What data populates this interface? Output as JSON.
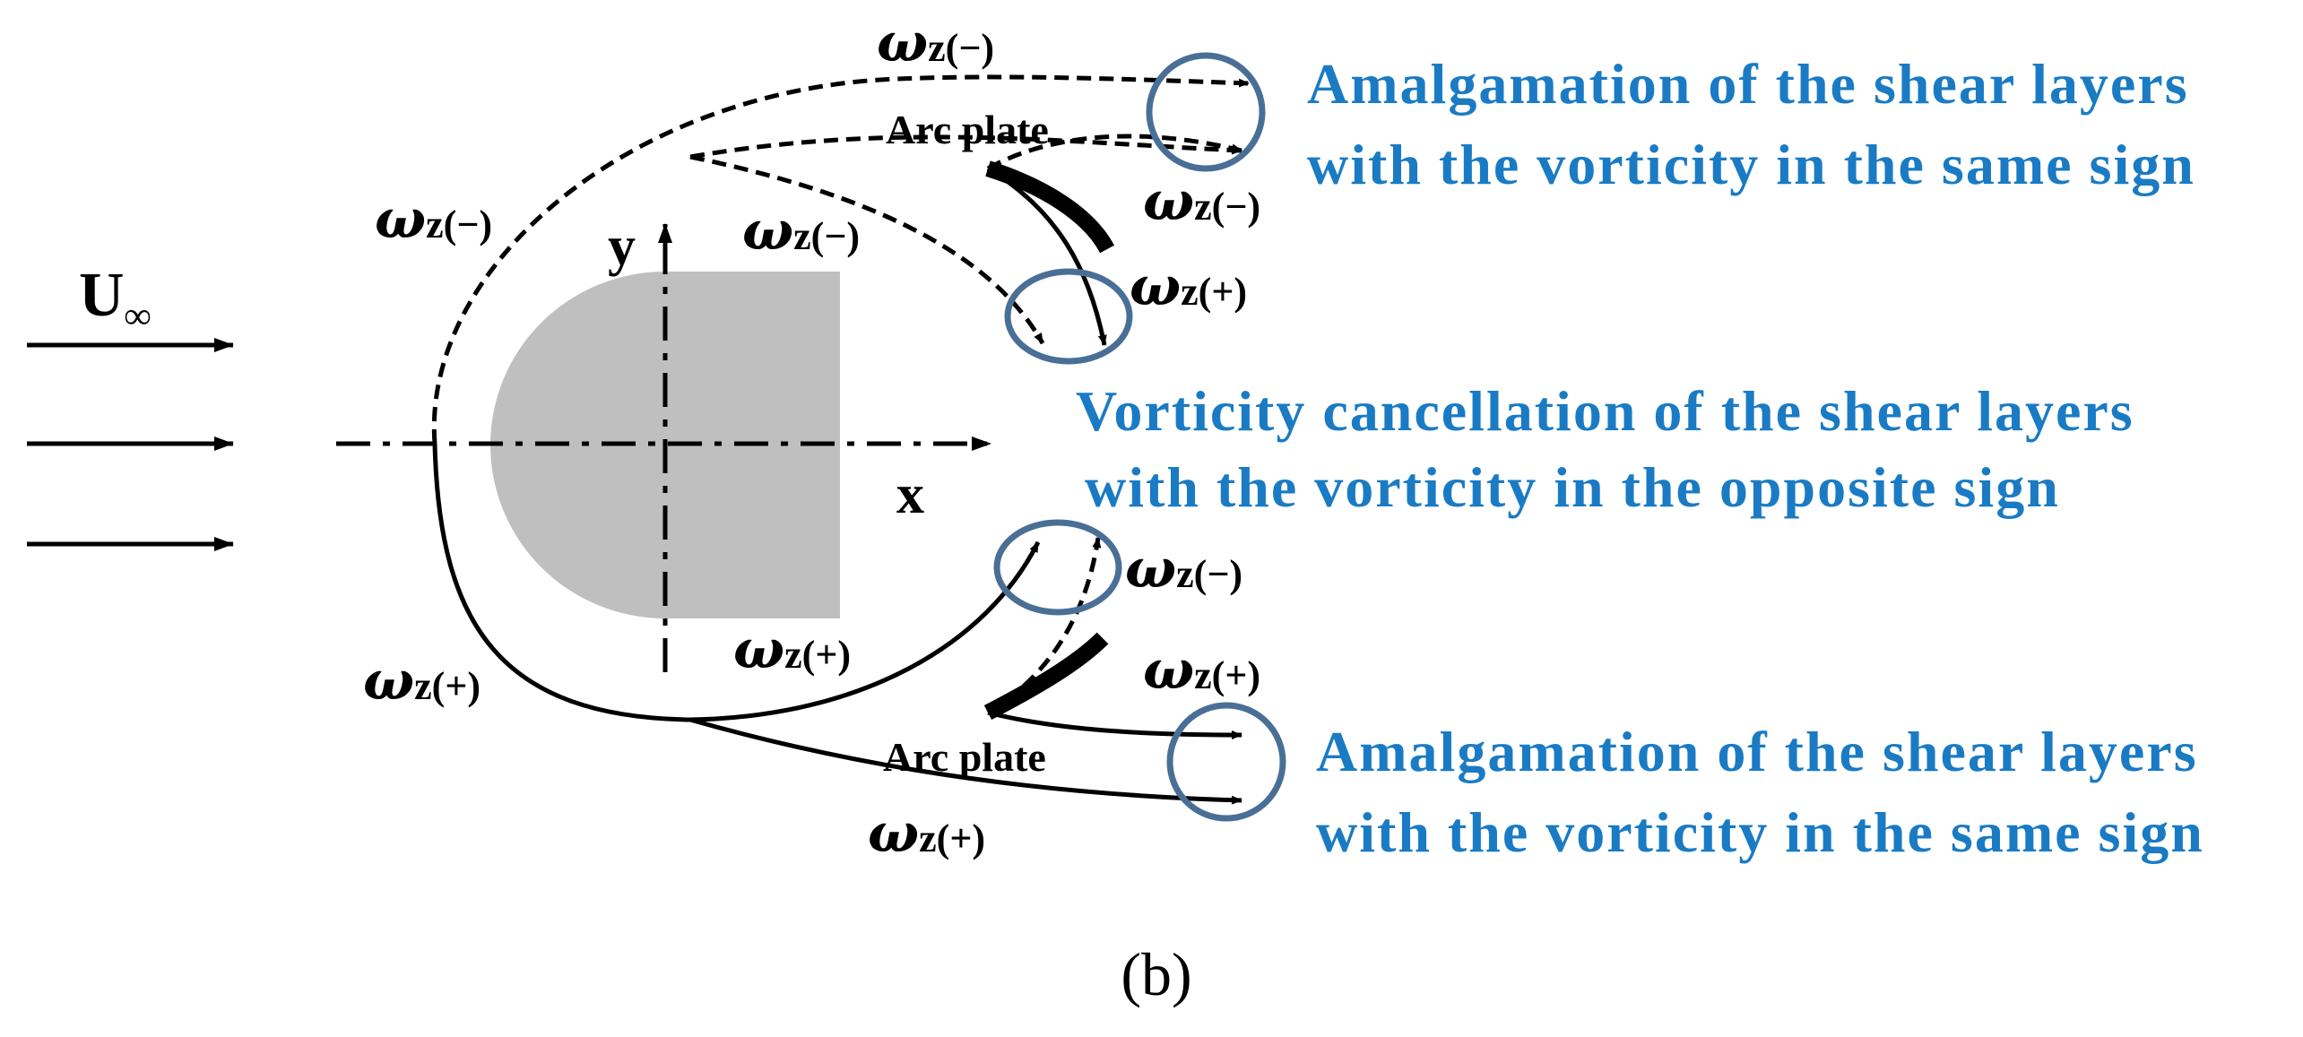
{
  "freestream_label": "U",
  "freestream_sub": "∞",
  "axis": {
    "x": "x",
    "y": "y"
  },
  "plate_label_top": "Arc plate",
  "plate_label_bottom": "Arc plate",
  "omega_symbol": "ω",
  "omega_labels": {
    "outer_top": "z(−)",
    "left_top": "z(−)",
    "inner_top": "z(−)",
    "plate_top_outer": "z(−)",
    "plate_top_inner": "z(+)",
    "plate_bottom_inner": "z(−)",
    "plate_bottom_outer": "z(+)",
    "inner_bottom": "z(+)",
    "left_bottom": "z(+)",
    "outer_bottom": "z(+)"
  },
  "annotations": {
    "top_line1": "Amalgamation of the shear layers",
    "top_line2": "with the vorticity in the same sign",
    "mid_line1": "Vorticity cancellation of the shear layers",
    "mid_line2": "with the vorticity in the opposite sign",
    "bottom_line1": "Amalgamation of the shear layers",
    "bottom_line2": "with the vorticity in the same sign"
  },
  "caption": "(b)",
  "colors": {
    "annotation_text": "#1a7bc4",
    "circle_stroke": "#4a6f96",
    "body_fill": "#bfbfbf"
  }
}
